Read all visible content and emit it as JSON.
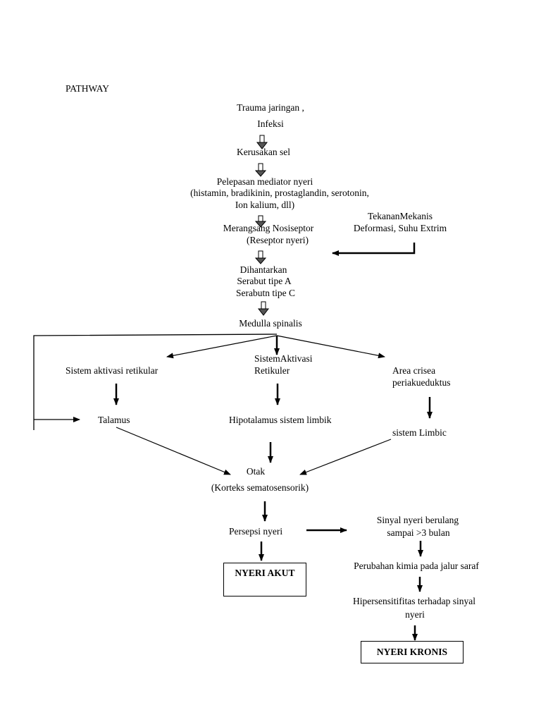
{
  "title": "PATHWAY",
  "nodes": {
    "trauma": "Trauma jaringan ,",
    "infeksi": "Infeksi",
    "kerusakan_sel": "Kerusakan sel",
    "pelepasan_1": "Pelepasan mediator nyeri",
    "pelepasan_2": "(histamin, bradikinin, prostaglandin, serotonin,",
    "pelepasan_3": "Ion kalium, dll)",
    "tekanan_1": "TekananMekanis",
    "tekanan_2": "Deformasi, Suhu Extrim",
    "merangsang_1": "Merangsang Nosiseptor",
    "merangsang_2": "(Reseptor nyeri)",
    "dihantarkan_1": "Dihantarkan",
    "dihantarkan_2": "Serabut tipe A",
    "dihantarkan_3": "Serabutn tipe C",
    "medulla": "Medulla spinalis",
    "sistem_retikular": "Sistem  aktivasi retikular",
    "sistem_aktivasi_1": "SistemAktivasi",
    "sistem_aktivasi_2": "Retikuler",
    "area_crisea_1": "Area crisea",
    "area_crisea_2": "periakueduktus",
    "talamus": "Talamus",
    "hipotalamus": "Hipotalamus sistem limbik",
    "sistem_limbic": "sistem Limbic",
    "otak": "Otak",
    "korteks": "(Korteks sematosensorik)",
    "persepsi": "Persepsi nyeri",
    "sinyal_1": "Sinyal nyeri berulang",
    "sinyal_2": "sampai >3 bulan",
    "perubahan": "Perubahan kimia pada jalur saraf",
    "hipersensitifitas_1": "Hipersensitifitas terhadap sinyal",
    "hipersensitifitas_2": "nyeri",
    "nyeri_akut": "NYERI AKUT",
    "nyeri_kronis": "NYERI KRONIS"
  }
}
